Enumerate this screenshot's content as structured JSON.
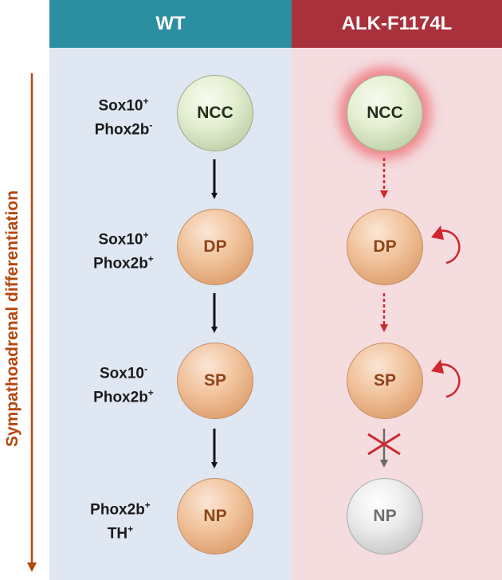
{
  "columns": {
    "wt": "WT",
    "alk": "ALK-F1174L"
  },
  "axis_label": "Sympathoadrenal differentiation",
  "stages": [
    {
      "marker_line1": "Sox10",
      "marker_line1_sup": "+",
      "marker_line2": "Phox2b",
      "marker_line2_sup": "-",
      "cell": "NCC"
    },
    {
      "marker_line1": "Sox10",
      "marker_line1_sup": "+",
      "marker_line2": "Phox2b",
      "marker_line2_sup": "+",
      "cell": "DP"
    },
    {
      "marker_line1": "Sox10",
      "marker_line1_sup": "-",
      "marker_line2": "Phox2b",
      "marker_line2_sup": "+",
      "cell": "SP"
    },
    {
      "marker_line1": "Phox2b",
      "marker_line1_sup": "+",
      "marker_line2": "TH",
      "marker_line2_sup": "+",
      "cell": "NP"
    }
  ],
  "colors": {
    "wt_header": "#2b8ea1",
    "alk_header": "#a8313b",
    "wt_background": "#dfe7f2",
    "alk_background": "#f4dcdf",
    "axis_arrow": "#b5470f",
    "alk_arrows": "#d0262e"
  }
}
